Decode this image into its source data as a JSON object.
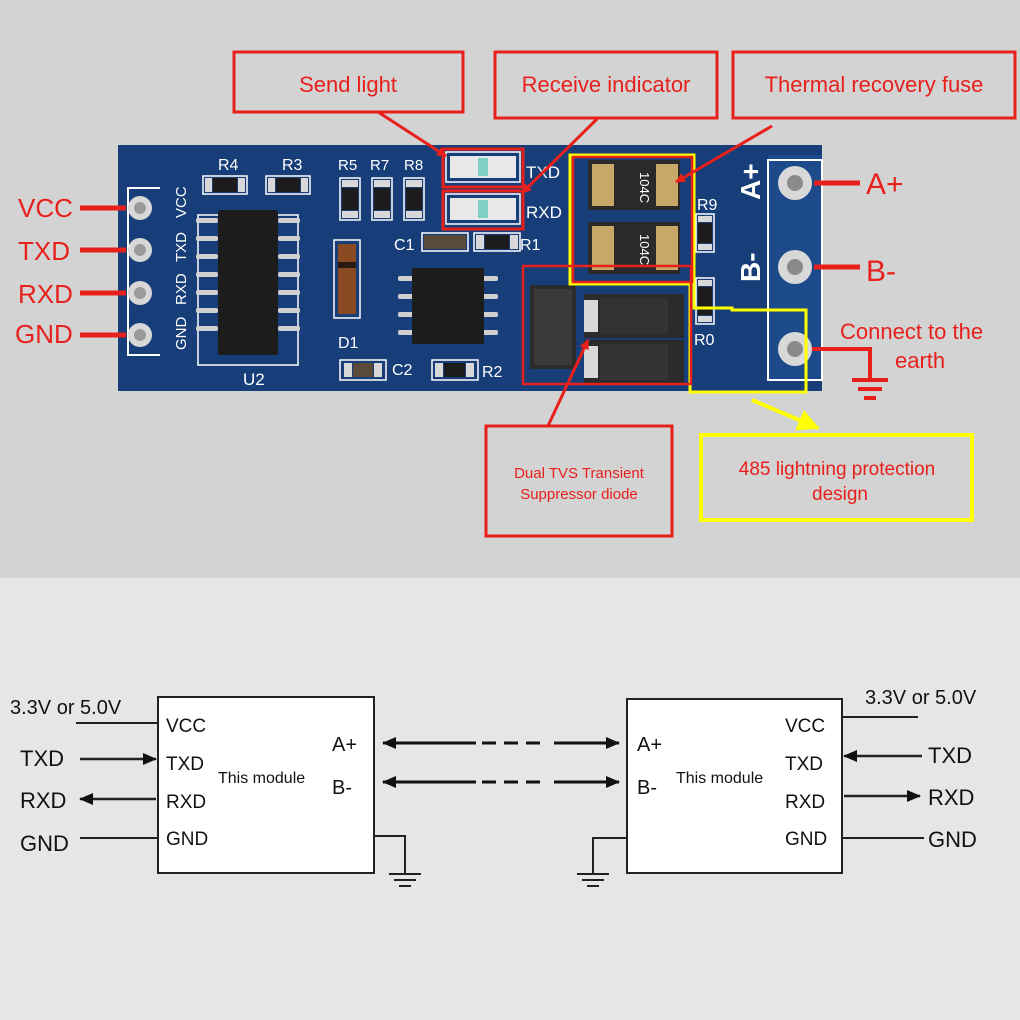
{
  "colors": {
    "pcb": "#173e78",
    "silkscreen": "#ffffff",
    "label_red": "#e8201c",
    "highlight_yellow": "#ffff00",
    "chip_black": "#1c1c1c",
    "pad_silver": "#d8d8d8"
  },
  "board": {
    "header_pins": [
      "VCC",
      "TXD",
      "RXD",
      "GND"
    ],
    "terminals": [
      "A+",
      "B-"
    ],
    "silkscreen": {
      "pin_labels": [
        "VCC",
        "TXD",
        "RXD",
        "GND"
      ],
      "u2": "U2",
      "r4": "R4",
      "r3": "R3",
      "r5": "R5",
      "r7": "R7",
      "r8": "R8",
      "c1": "C1",
      "r1": "R1",
      "d1": "D1",
      "c2": "C2",
      "r2": "R2",
      "r9": "R9",
      "r0": "R0",
      "txd": "TXD",
      "rxd": "RXD",
      "a_plus": "A+",
      "b_minus": "B-",
      "fuse_marking": "104C"
    }
  },
  "callouts": {
    "send_light": "Send light",
    "receive_indicator": "Receive indicator",
    "thermal_fuse": "Thermal recovery fuse",
    "earth_line1": "Connect to the",
    "earth_line2": "earth",
    "tvs_line1": "Dual TVS Transient",
    "tvs_line2": "Suppressor diode",
    "protection_line1": "485 lightning protection",
    "protection_line2": "design"
  },
  "wiring": {
    "left_module": {
      "supply": "3.3V or 5.0V",
      "module_label": "This module",
      "pins": [
        "VCC",
        "TXD",
        "RXD",
        "GND"
      ],
      "bus_pins": [
        "A+",
        "B-"
      ],
      "signals": [
        "TXD",
        "RXD",
        "GND"
      ]
    },
    "right_module": {
      "supply": "3.3V or 5.0V",
      "module_label": "This module",
      "pins": [
        "VCC",
        "TXD",
        "RXD",
        "GND"
      ],
      "bus_pins": [
        "A+",
        "B-"
      ],
      "signals": [
        "TXD",
        "RXD",
        "GND"
      ]
    }
  }
}
